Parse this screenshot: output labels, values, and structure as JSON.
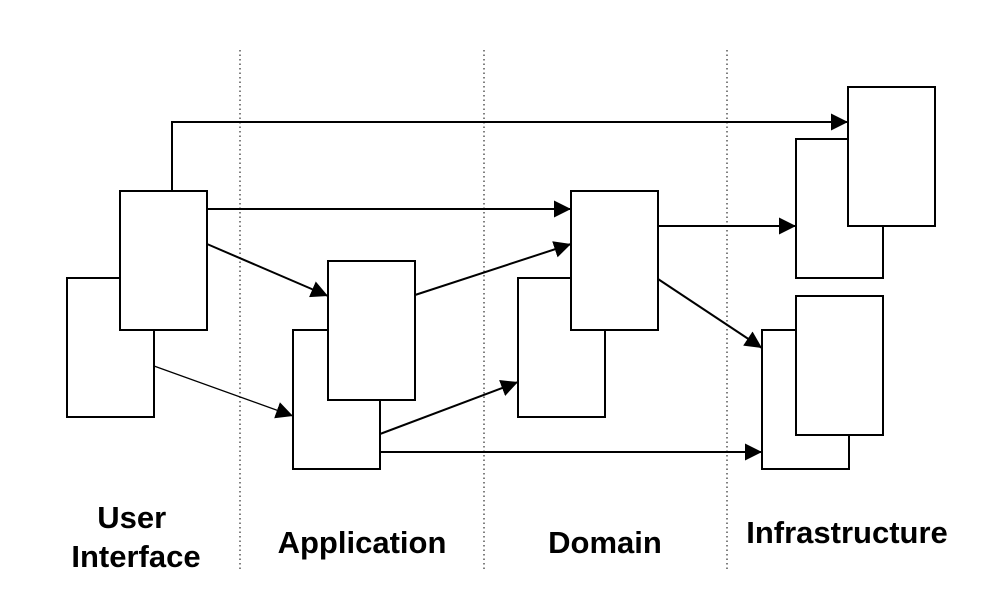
{
  "layers": [
    {
      "id": "user-interface",
      "label_lines": [
        "User",
        "Interface"
      ]
    },
    {
      "id": "application",
      "label_lines": [
        "Application"
      ]
    },
    {
      "id": "domain",
      "label_lines": [
        "Domain"
      ]
    },
    {
      "id": "infrastructure",
      "label_lines": [
        "Infrastructure"
      ]
    }
  ],
  "colors": {
    "line": "#000000",
    "box_fill": "#ffffff",
    "background": "#ffffff"
  }
}
